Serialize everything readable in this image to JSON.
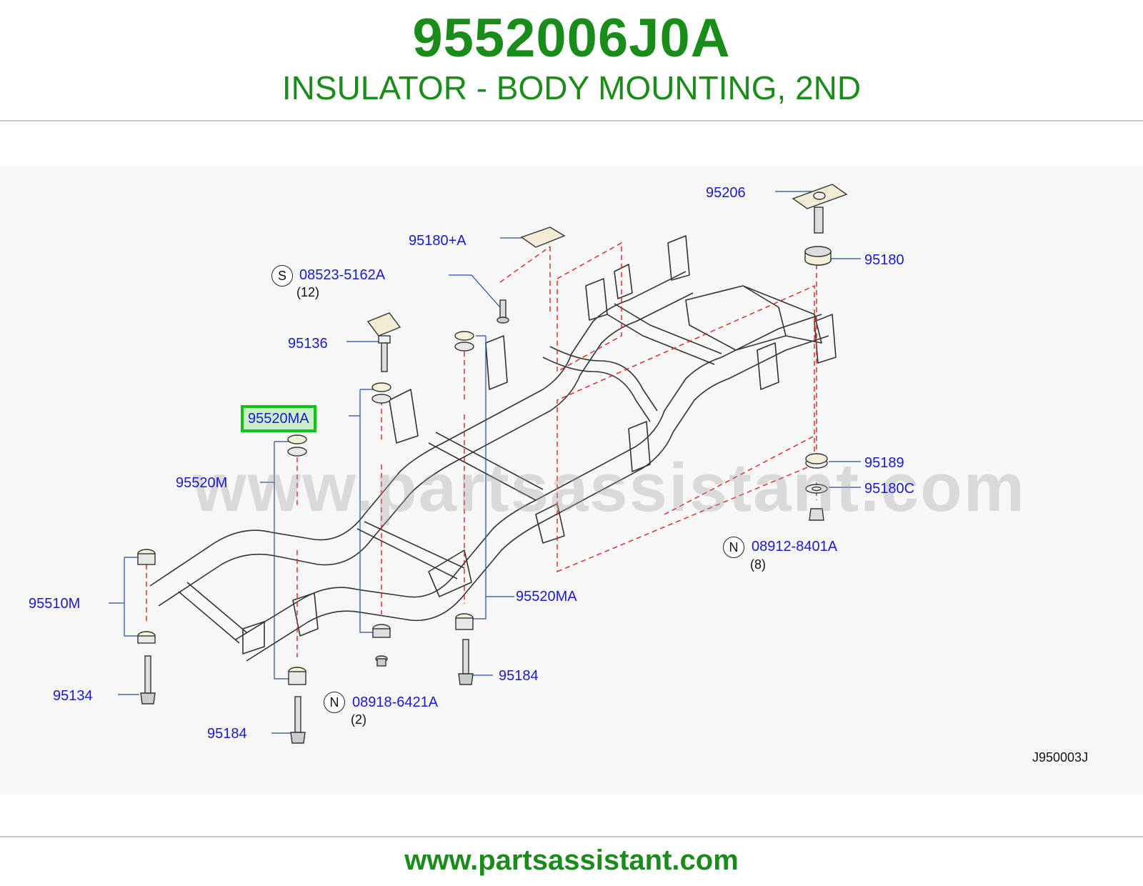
{
  "header": {
    "part_number": "9552006J0A",
    "description": "INSULATOR - BODY MOUNTING, 2ND"
  },
  "diagram": {
    "callouts": {
      "c95206": "95206",
      "c95180A": "95180+A",
      "c95180": "95180",
      "c08523": "08523-5162A",
      "c08523_qty": "(12)",
      "c08523_sym": "S",
      "c95136": "95136",
      "c95520MA_highlight": "95520MA",
      "c95520M": "95520M",
      "c95189": "95189",
      "c95180C": "95180C",
      "c08912": "08912-8401A",
      "c08912_qty": "(8)",
      "c08912_sym": "N",
      "c95510M": "95510M",
      "c95520MA": "95520MA",
      "c95184_right": "95184",
      "c95134": "95134",
      "c08918": "08918-6421A",
      "c08918_qty": "(2)",
      "c08918_sym": "N",
      "c95184_left": "95184"
    },
    "diagram_code": "J950003J",
    "watermark": "www.partsassistant.com"
  },
  "footer": {
    "url": "www.partsassistant.com"
  },
  "colors": {
    "brand_green": "#1a8c1a",
    "callout_blue": "#1a1acc",
    "highlight_border": "#13c313",
    "leader_red": "#e02020"
  }
}
